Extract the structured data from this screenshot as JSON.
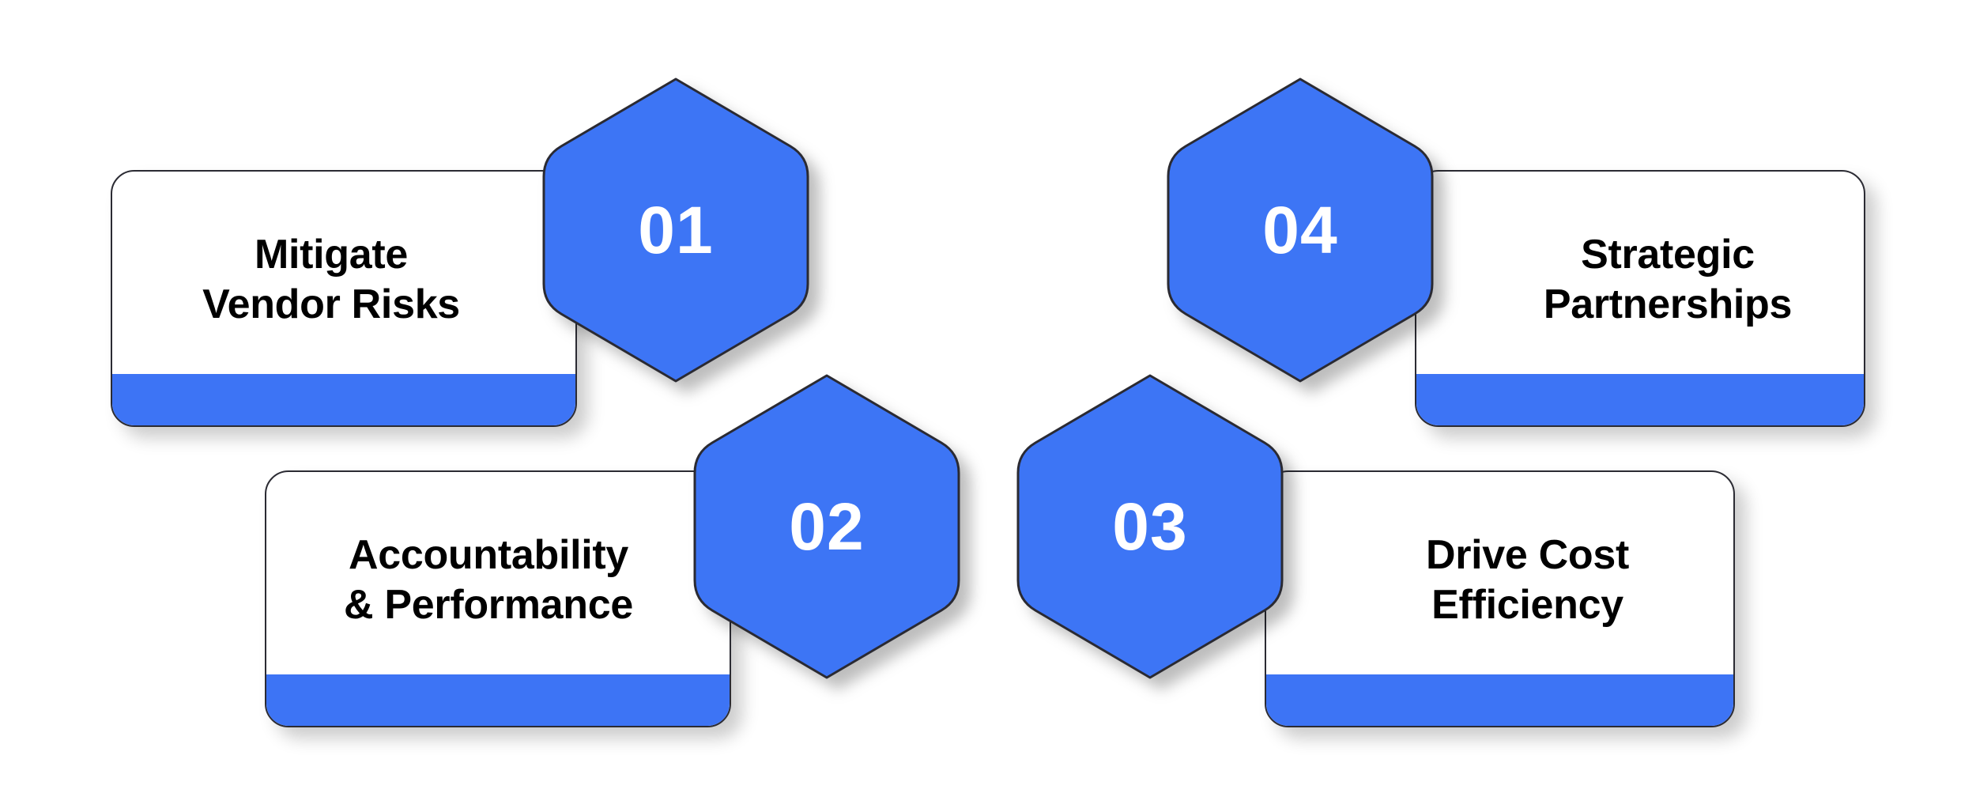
{
  "diagram": {
    "type": "numbered-hexagon-card-infographic",
    "background_color": "#ffffff",
    "accent_color": "#3d74f5",
    "border_color": "#2b2b33",
    "text_color": "#000000",
    "number_text_color": "#ffffff",
    "steps": [
      {
        "number": "01",
        "label": "Mitigate\nVendor Risks",
        "hexagon_name": "hexagon-01",
        "card_name": "card-mitigate-vendor-risks"
      },
      {
        "number": "02",
        "label": "Accountability\n& Performance",
        "hexagon_name": "hexagon-02",
        "card_name": "card-accountability-performance"
      },
      {
        "number": "03",
        "label": "Drive Cost\nEfficiency",
        "hexagon_name": "hexagon-03",
        "card_name": "card-drive-cost-efficiency"
      },
      {
        "number": "04",
        "label": "Strategic\nPartnerships",
        "hexagon_name": "hexagon-04",
        "card_name": "card-strategic-partnerships"
      }
    ]
  }
}
